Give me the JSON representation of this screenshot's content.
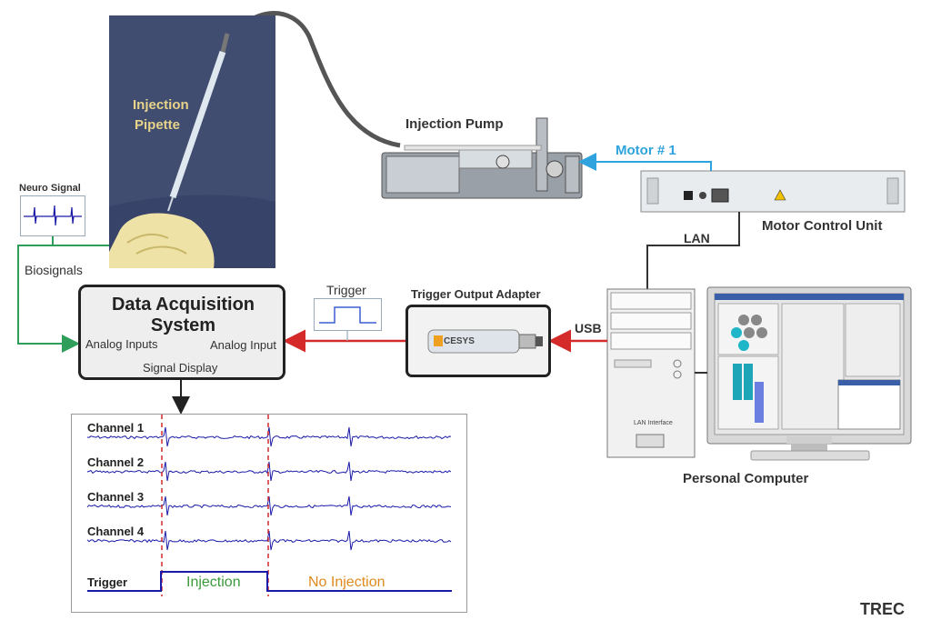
{
  "labels": {
    "injection_pipette_line1": "Injection",
    "injection_pipette_line2": "Pipette",
    "injection_pump": "Injection Pump",
    "motor": "Motor # 1",
    "motor_control_unit": "Motor Control Unit",
    "lan": "LAN",
    "neuro_signal": "Neuro Signal",
    "biosignals": "Biosignals",
    "trigger_icon_label": "Trigger",
    "trigger_output_adapter": "Trigger Output Adapter",
    "usb": "USB",
    "personal_computer": "Personal Computer",
    "lan_interface": "LAN Interface",
    "adapter_brand": "CESYS",
    "logo": "TREC"
  },
  "daq": {
    "title": "Data Acquisition System",
    "analog_inputs": "Analog Inputs",
    "analog_input": "Analog Input",
    "signal_display": "Signal Display"
  },
  "scope": {
    "channels": [
      "Channel 1",
      "Channel 2",
      "Channel 3",
      "Channel 4"
    ],
    "trigger_label": "Trigger",
    "injection_label": "Injection",
    "no_injection_label": "No Injection"
  },
  "colors": {
    "green_link": "#2e9e5a",
    "red_link": "#d42a2a",
    "blue_link": "#2ea3dd",
    "trace": "#1a1aa8",
    "marker": "#d42a2a",
    "injection_text": "#3a9a3a",
    "no_injection_text": "#e08a1e"
  }
}
